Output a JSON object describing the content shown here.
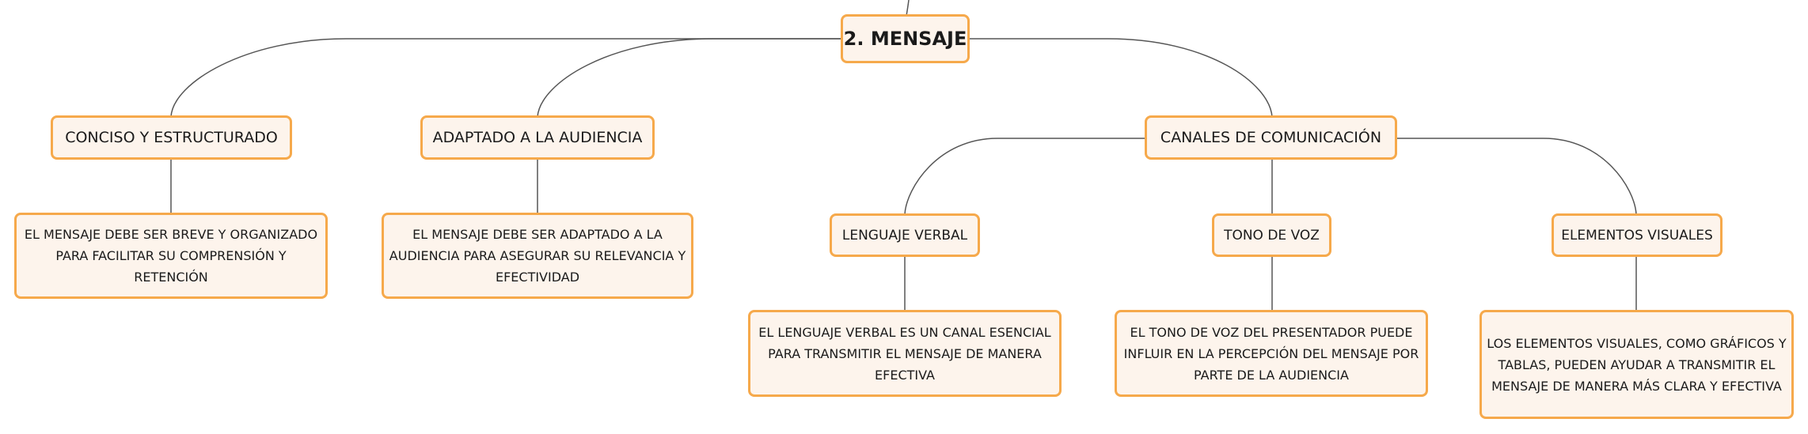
{
  "root": "2. MENSAJE",
  "topics": [
    {
      "label": "CONCISO Y ESTRUCTURADO",
      "detail": "EL MENSAJE DEBE SER BREVE Y ORGANIZADO PARA FACILITAR SU COMPRENSIÓN Y RETENCIÓN"
    },
    {
      "label": "ADAPTADO A LA AUDIENCIA",
      "detail": "EL MENSAJE DEBE SER ADAPTADO A LA AUDIENCIA PARA ASEGURAR SU RELEVANCIA Y EFECTIVIDAD"
    },
    {
      "label": "CANALES DE COMUNICACIÓN",
      "children": [
        {
          "label": "LENGUAJE VERBAL",
          "detail": "EL LENGUAJE VERBAL ES UN CANAL ESENCIAL PARA TRANSMITIR EL MENSAJE DE MANERA EFECTIVA"
        },
        {
          "label": "TONO DE VOZ",
          "detail": "EL TONO DE VOZ DEL PRESENTADOR PUEDE INFLUIR EN LA PERCEPCIÓN DEL MENSAJE POR PARTE DE LA AUDIENCIA"
        },
        {
          "label": "ELEMENTOS VISUALES",
          "detail": "LOS ELEMENTOS VISUALES, COMO GRÁFICOS Y TABLAS, PUEDEN AYUDAR A TRANSMITIR EL MENSAJE DE MANERA MÁS CLARA Y EFECTIVA"
        }
      ]
    }
  ],
  "colors": {
    "node_border": "#f6a94b",
    "node_fill": "#fdf4ec",
    "connector": "#555555"
  }
}
